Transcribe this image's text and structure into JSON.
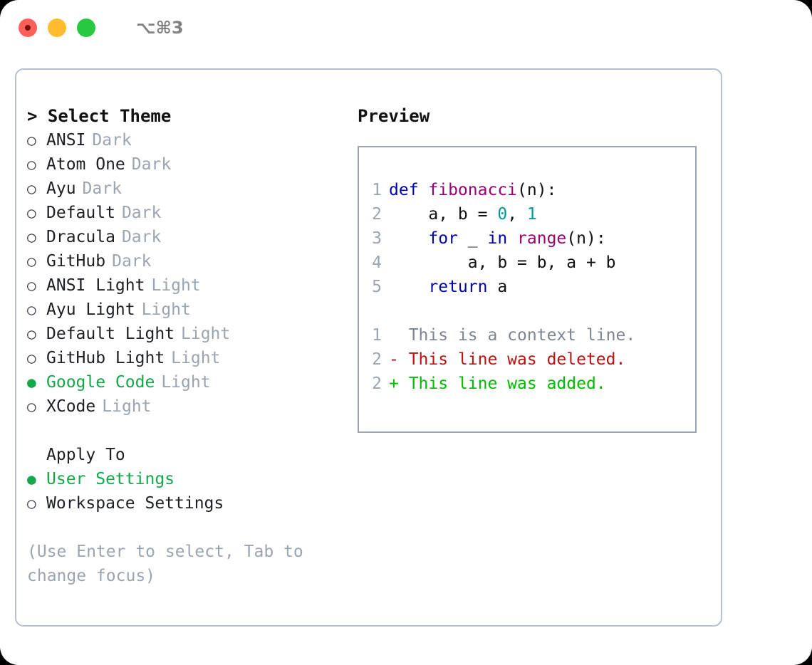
{
  "titlebar": {
    "shortcut": "⌥⌘3",
    "buttons": [
      {
        "name": "close",
        "color": "#ff6158"
      },
      {
        "name": "minimize",
        "color": "#febc2e"
      },
      {
        "name": "maximize",
        "color": "#28c840"
      }
    ]
  },
  "left": {
    "header": "> Select Theme",
    "themes": [
      {
        "bullet": "○",
        "label": "ANSI",
        "tag": "Dark",
        "selected": false
      },
      {
        "bullet": "○",
        "label": "Atom One",
        "tag": "Dark",
        "selected": false
      },
      {
        "bullet": "○",
        "label": "Ayu",
        "tag": "Dark",
        "selected": false
      },
      {
        "bullet": "○",
        "label": "Default",
        "tag": "Dark",
        "selected": false
      },
      {
        "bullet": "○",
        "label": "Dracula",
        "tag": "Dark",
        "selected": false
      },
      {
        "bullet": "○",
        "label": "GitHub",
        "tag": "Dark",
        "selected": false
      },
      {
        "bullet": "○",
        "label": "ANSI Light",
        "tag": "Light",
        "selected": false
      },
      {
        "bullet": "○",
        "label": "Ayu Light",
        "tag": "Light",
        "selected": false
      },
      {
        "bullet": "○",
        "label": "Default Light",
        "tag": "Light",
        "selected": false
      },
      {
        "bullet": "○",
        "label": "GitHub Light",
        "tag": "Light",
        "selected": false
      },
      {
        "bullet": "●",
        "label": "Google Code",
        "tag": "Light",
        "selected": true
      },
      {
        "bullet": "○",
        "label": "XCode",
        "tag": "Light",
        "selected": false
      }
    ],
    "apply_to_header": "Apply To",
    "apply_to": [
      {
        "bullet": "●",
        "label": "User Settings",
        "selected": true
      },
      {
        "bullet": "○",
        "label": "Workspace Settings",
        "selected": false
      }
    ],
    "hint": "(Use Enter to select, Tab to change focus)"
  },
  "preview": {
    "title": "Preview",
    "code_lines": [
      {
        "lno": "1",
        "tokens": [
          {
            "t": "def ",
            "c": "kw"
          },
          {
            "t": "fibonacci",
            "c": "fn"
          },
          {
            "t": "(n):",
            "c": "plain"
          }
        ]
      },
      {
        "lno": "2",
        "tokens": [
          {
            "t": "    a, b = ",
            "c": "plain"
          },
          {
            "t": "0",
            "c": "num"
          },
          {
            "t": ", ",
            "c": "plain"
          },
          {
            "t": "1",
            "c": "num"
          }
        ]
      },
      {
        "lno": "3",
        "tokens": [
          {
            "t": "    ",
            "c": "plain"
          },
          {
            "t": "for",
            "c": "kw"
          },
          {
            "t": " _ ",
            "c": "plain"
          },
          {
            "t": "in",
            "c": "kw"
          },
          {
            "t": " ",
            "c": "plain"
          },
          {
            "t": "range",
            "c": "fn"
          },
          {
            "t": "(n):",
            "c": "plain"
          }
        ]
      },
      {
        "lno": "4",
        "tokens": [
          {
            "t": "        a, b = b, a + b",
            "c": "plain"
          }
        ]
      },
      {
        "lno": "5",
        "tokens": [
          {
            "t": "    ",
            "c": "plain"
          },
          {
            "t": "return",
            "c": "kw"
          },
          {
            "t": " a",
            "c": "plain"
          }
        ]
      }
    ],
    "diff_lines": [
      {
        "lno": "1",
        "marker": "  ",
        "text": "This is a context line.",
        "kind": "ctx"
      },
      {
        "lno": "2",
        "marker": "- ",
        "text": "This line was deleted.",
        "kind": "del"
      },
      {
        "lno": "2",
        "marker": "+ ",
        "text": "This line was added.",
        "kind": "add"
      }
    ]
  },
  "colors": {
    "accent_green": "#14a84a",
    "muted": "#9aa5b1",
    "keyword": "#0000aa",
    "function": "#990073",
    "number": "#009999",
    "diff_delete": "#bb1111",
    "diff_add": "#00bb00",
    "border": "#b6bfcc"
  }
}
